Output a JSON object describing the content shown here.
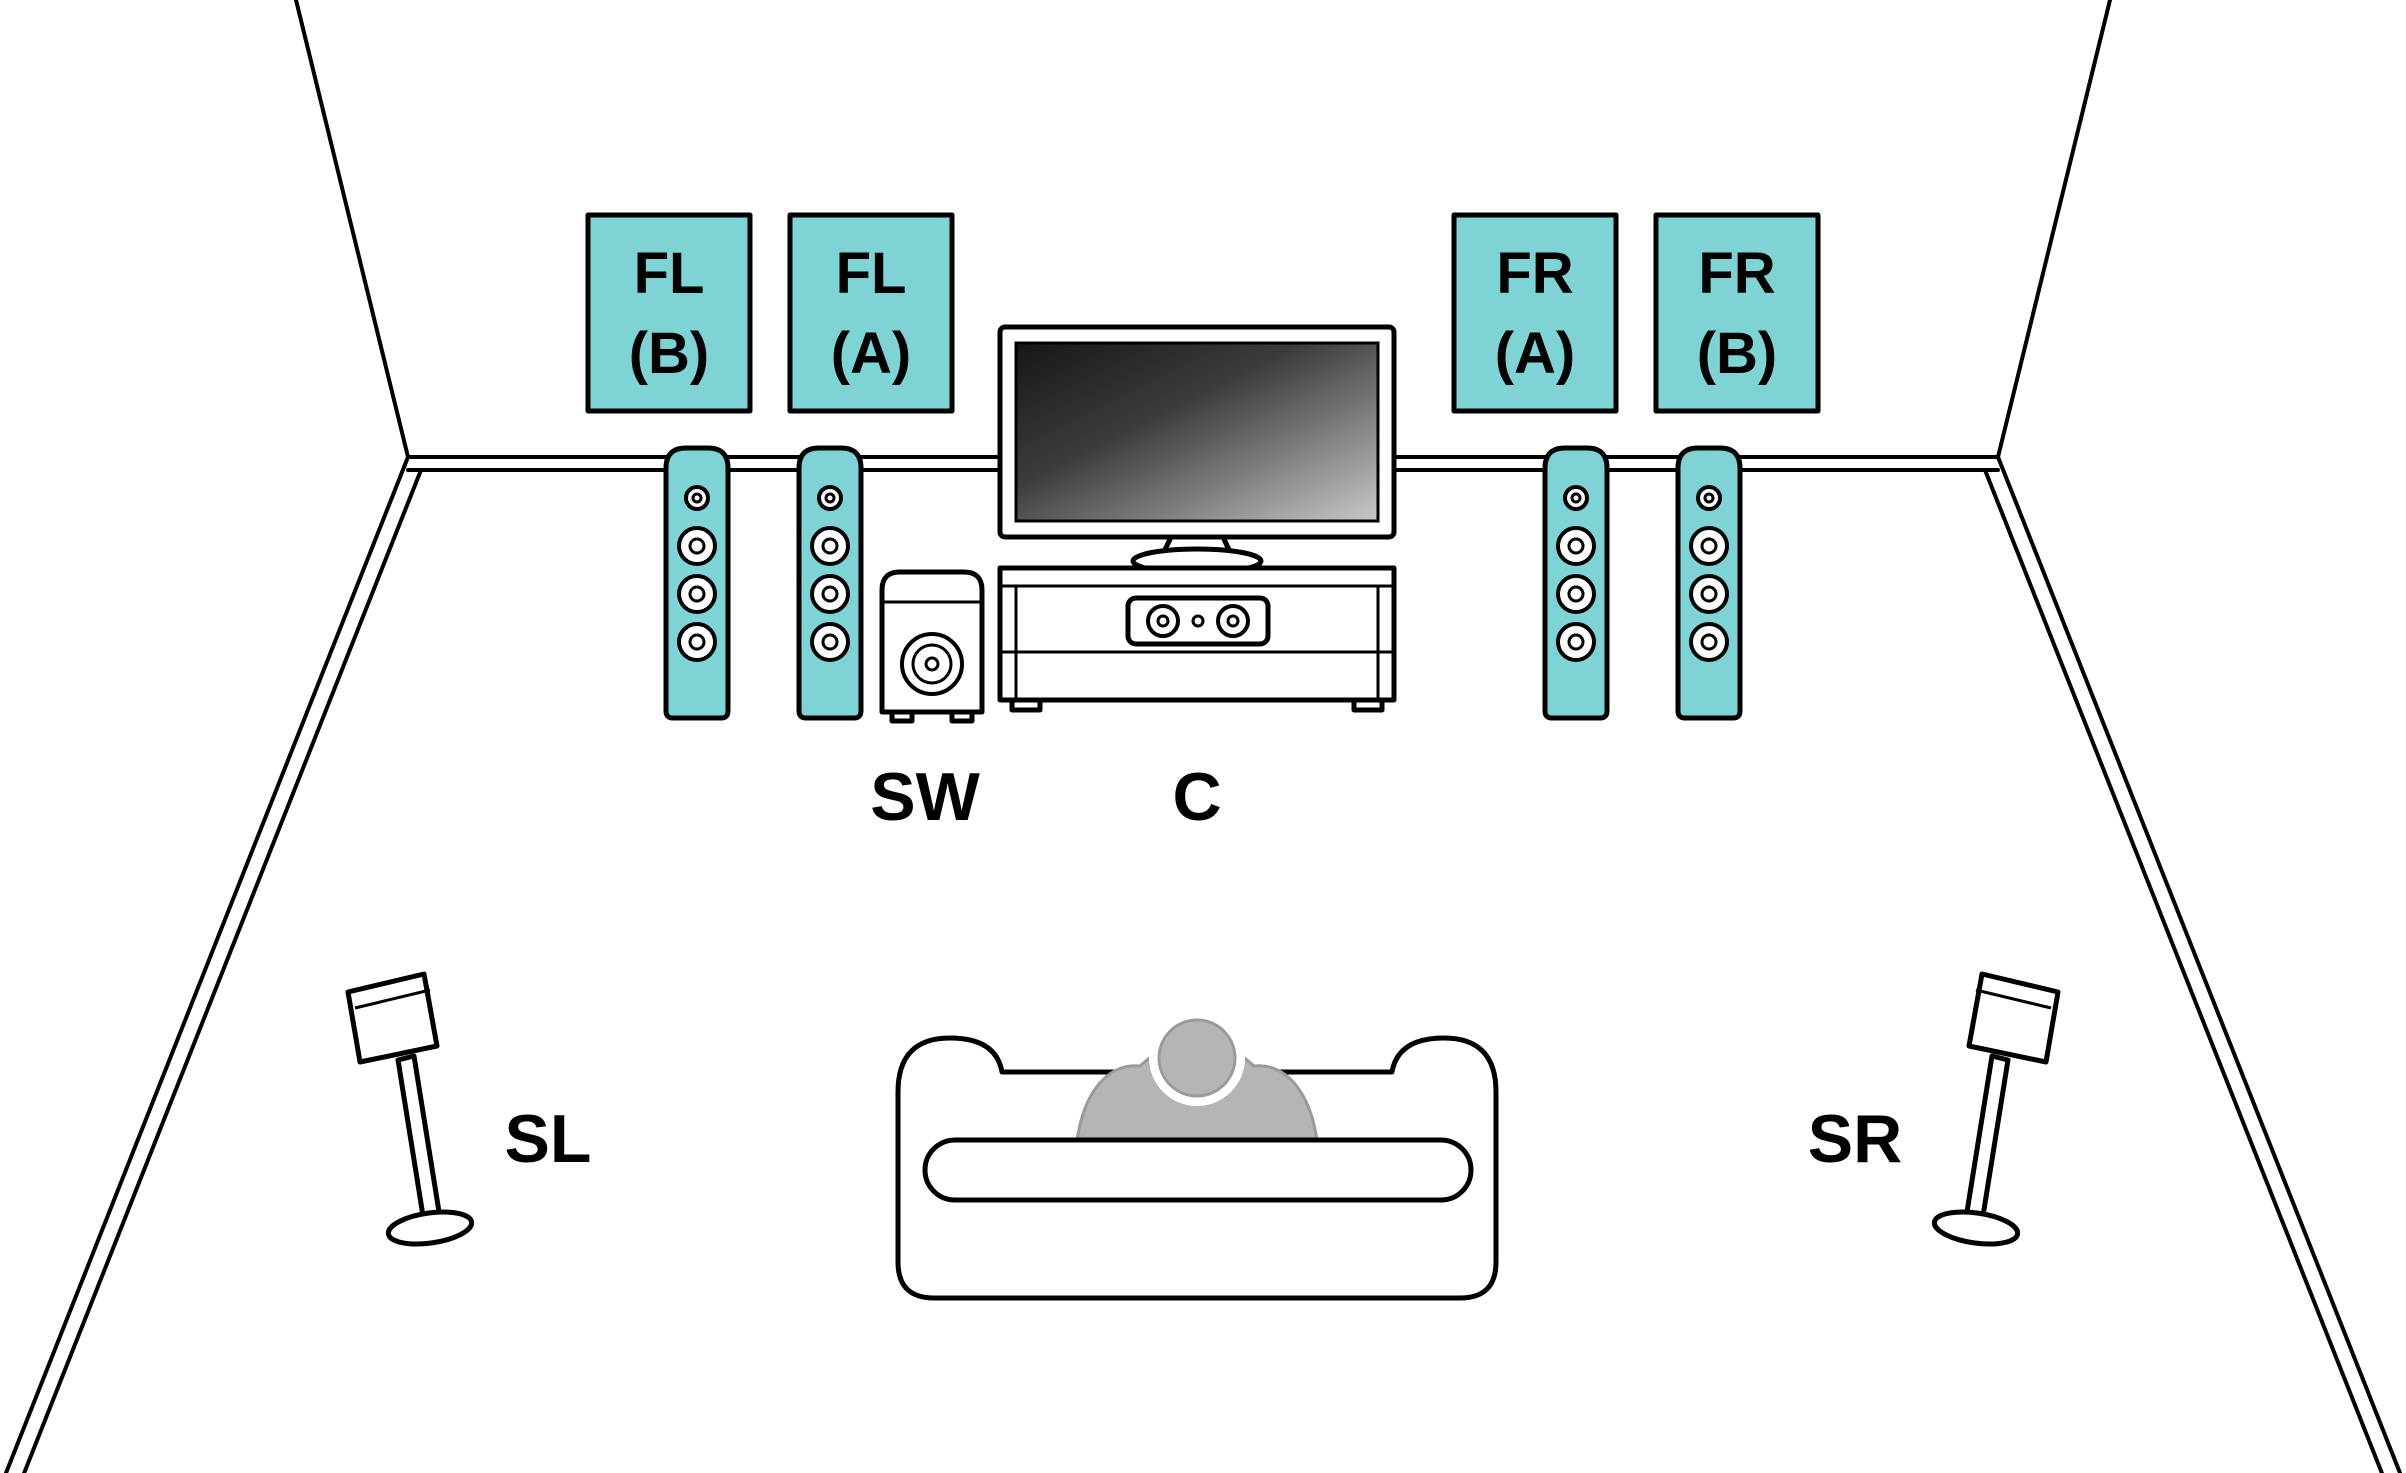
{
  "diagram": {
    "colors": {
      "speaker_fill": "#7ed3d4",
      "outline": "#000000",
      "listener_fill": "#b5b5b5"
    },
    "labels": {
      "front_left_b": {
        "line1": "FL",
        "line2": "(B)"
      },
      "front_left_a": {
        "line1": "FL",
        "line2": "(A)"
      },
      "front_right_a": {
        "line1": "FR",
        "line2": "(A)"
      },
      "front_right_b": {
        "line1": "FR",
        "line2": "(B)"
      },
      "subwoofer": "SW",
      "center": "C",
      "surround_left": "SL",
      "surround_right": "SR"
    }
  }
}
